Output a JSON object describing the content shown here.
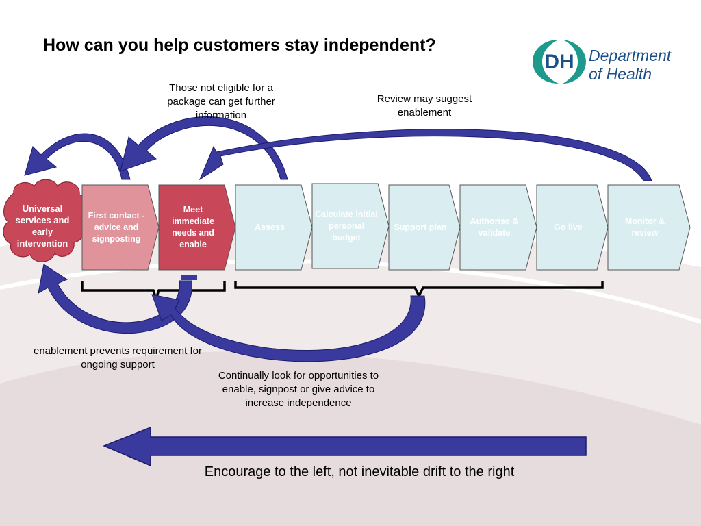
{
  "title": "How can you help customers stay independent?",
  "logo": {
    "mark": "DH",
    "line1": "Department",
    "line2": "of Health"
  },
  "notes": {
    "top_left": "Those not eligible for a package can get further information",
    "top_right": "Review may suggest enablement",
    "bottom_left": "enablement prevents requirement for ongoing support",
    "bottom_center": "Continually look for opportunities to enable, signpost or give advice to increase independence"
  },
  "cloud": {
    "label": "Universal services and early intervention",
    "color": "#c8485a"
  },
  "steps": [
    {
      "label": "First contact -  advice and signposting",
      "fill": "#e0939b",
      "text": "#ffffff"
    },
    {
      "label": "Meet immediate needs and enable",
      "fill": "#c8485a",
      "text": "#ffffff"
    },
    {
      "label": "Assess",
      "fill": "#daeef1",
      "text": "#ffffff"
    },
    {
      "label": "Calculate initial personal budget",
      "fill": "#daeef1",
      "text": "#ffffff"
    },
    {
      "label": "Support plan",
      "fill": "#daeef1",
      "text": "#ffffff"
    },
    {
      "label": "Authorise & validate",
      "fill": "#daeef1",
      "text": "#ffffff"
    },
    {
      "label": "Go live",
      "fill": "#daeef1",
      "text": "#ffffff"
    },
    {
      "label": "Monitor & review",
      "fill": "#daeef1",
      "text": "#ffffff"
    }
  ],
  "footer": "Encourage to the left, not inevitable drift to the right",
  "colors": {
    "arrow": "#3a3a9e",
    "arrow_stroke": "#1c1c6a",
    "teal": "#1e9a8c",
    "navy": "#1b4f8a"
  }
}
